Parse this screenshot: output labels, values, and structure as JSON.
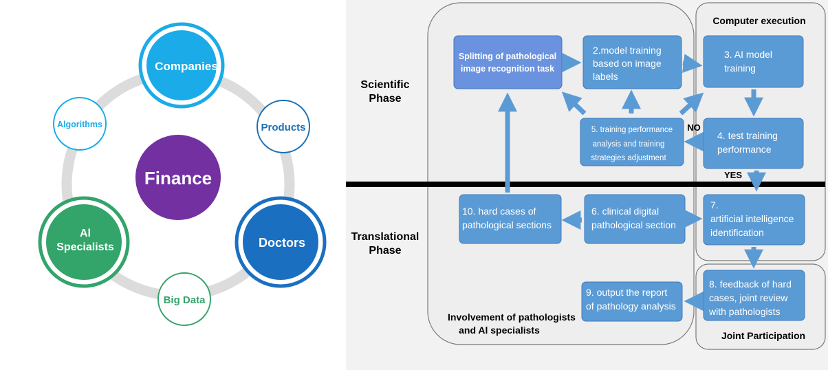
{
  "left_diagram": {
    "center": "Finance",
    "nodes": {
      "companies": "Companies",
      "products": "Products",
      "doctors": "Doctors",
      "big_data": "Big Data",
      "ai_specialists_line1": "Al",
      "ai_specialists_line2": "Specialists",
      "algorithms": "Algorithms"
    },
    "colors": {
      "finance": "#7330a1",
      "companies": "#1aabe8",
      "products": "#1d6fb5",
      "doctors": "#1b6fc0",
      "big_data": "#35a36b",
      "ai_specialists": "#33a46a",
      "algorithms": "#1aabe8",
      "ring": "#dcdcdc"
    }
  },
  "right_diagram": {
    "phases": {
      "scientific_line1": "Scientific",
      "scientific_line2": "Phase",
      "translational_line1": "Translational",
      "translational_line2": "Phase"
    },
    "regions": {
      "computer_execution": "Computer execution",
      "joint_participation": "Joint Participation",
      "pathologists_line1": "Involvement of pathologists",
      "pathologists_line2": "and Al specialists"
    },
    "labels": {
      "no": "NO",
      "yes": "YES"
    },
    "steps": {
      "s1_line1": "Splitting of pathological",
      "s1_line2": "image recognition task",
      "s2_line1": "2.model training",
      "s2_line2": "based on image",
      "s2_line3": "labels",
      "s3_line1": "3. AI model",
      "s3_line2": "training",
      "s4_line1": "4. test training",
      "s4_line2": "performance",
      "s5_line1": "5. training performance",
      "s5_line2": "analysis and training",
      "s5_line3": "strategies adjustment",
      "s6_line1": "6. clinical digital",
      "s6_line2": "pathological section",
      "s7_line1": "7.",
      "s7_line2": "artificial intelligence",
      "s7_line3": "identification",
      "s8_line1": "8. feedback of hard",
      "s8_line2": "cases, joint review",
      "s8_line3": "with pathologists",
      "s9_line1": "9. output the report",
      "s9_line2": "of pathology analysis",
      "s10_line1": "10. hard cases of",
      "s10_line2": "pathological sections"
    },
    "colors": {
      "box": "#5b9bd5",
      "box_first": "#6a92de",
      "box_border": "#3f78b9",
      "arrow": "#5b9bd5",
      "divider": "#000000",
      "region_fill": "#f2f2f2"
    }
  }
}
